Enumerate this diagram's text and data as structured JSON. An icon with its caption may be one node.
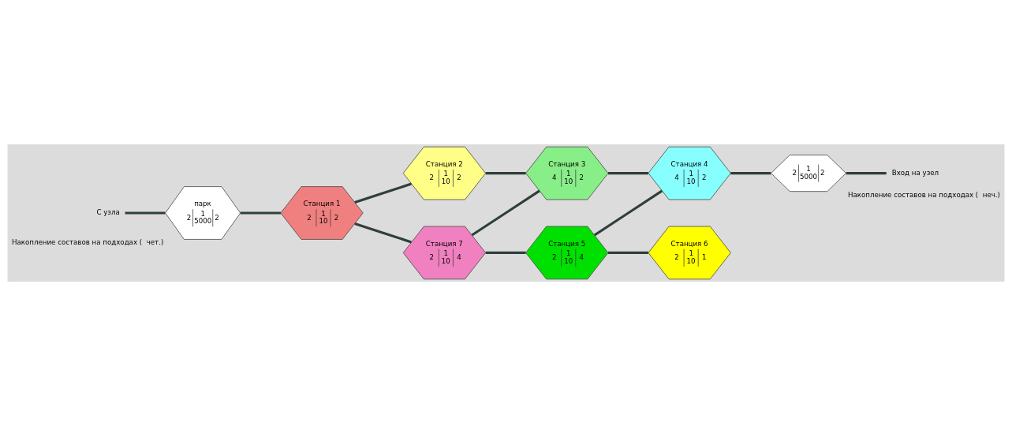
{
  "diagram": {
    "nodes": [
      {
        "text": [
          "С узла"
        ]
      },
      {
        "text": [
          "парк",
          "2",
          "1",
          "5000",
          "2"
        ],
        "beside": [
          "Накопление составов на подходах (  чет.)"
        ]
      },
      {
        "text": [
          "Станция 1",
          "2",
          "1",
          "10",
          "2"
        ]
      },
      {
        "text": [
          "Станция 2",
          "2",
          "1",
          "10",
          "2"
        ]
      },
      {
        "text": [
          "Станция 3",
          "4",
          "1",
          "10",
          "2"
        ]
      },
      {
        "text": [
          "Станция 7",
          "2",
          "1",
          "10",
          "4"
        ]
      },
      {
        "text": [
          "Станция 5",
          "2",
          "1",
          "10",
          "4"
        ]
      },
      {
        "text": [
          "Станция 4",
          "4",
          "1",
          "10",
          "2"
        ]
      },
      {
        "text": [
          "2",
          "1",
          "5000",
          "2"
        ],
        "beside": [
          "Накопление составов на подходах (  неч.)"
        ]
      },
      {
        "text": [
          "Вход на узел"
        ]
      },
      {
        "text": [
          "Станция 6",
          "2",
          "1",
          "10",
          "1"
        ]
      }
    ],
    "edges": [
      {
        "from": 0,
        "to": 1,
        "arrow": "none"
      },
      {
        "from": 1,
        "to": 2,
        "arrow": "none"
      },
      {
        "from": 2,
        "to": 3,
        "arrow": "none"
      },
      {
        "from": 2,
        "to": 5,
        "arrow": "none"
      },
      {
        "from": 3,
        "to": 4,
        "arrow": "none"
      },
      {
        "from": 5,
        "to": 4,
        "arrow": "none"
      },
      {
        "from": 4,
        "to": 7,
        "arrow": "none"
      },
      {
        "from": 5,
        "to": 6,
        "arrow": "none"
      },
      {
        "from": 6,
        "to": 7,
        "arrow": "none"
      },
      {
        "from": 6,
        "to": 10,
        "arrow": "none"
      },
      {
        "from": 7,
        "to": 8,
        "arrow": "none"
      },
      {
        "from": 8,
        "to": 9,
        "arrow": "none"
      }
    ]
  }
}
